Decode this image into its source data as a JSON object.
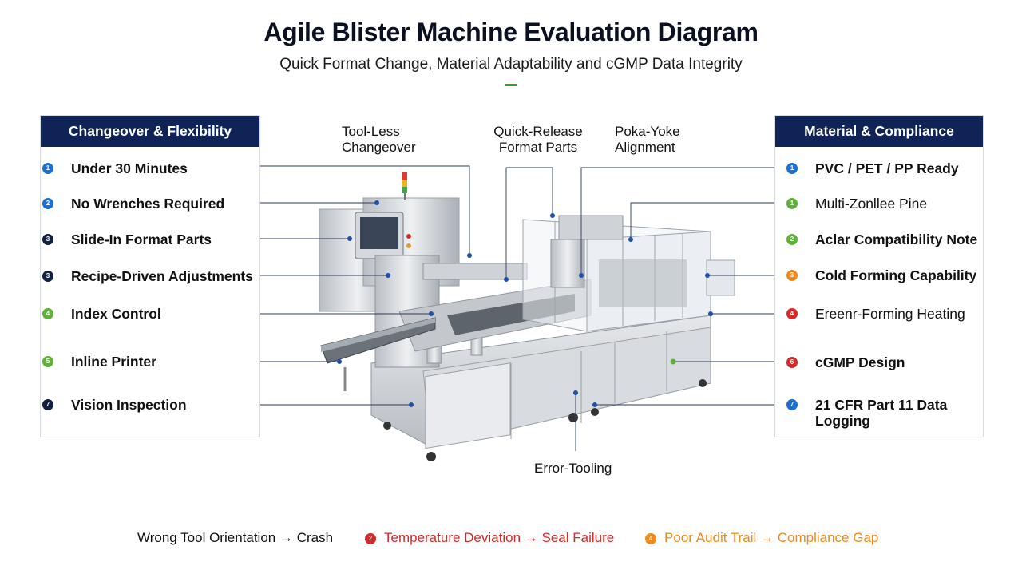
{
  "header": {
    "title": "Agile Blister Machine Evaluation Diagram",
    "subtitle": "Quick Format Change, Material Adaptability and cGMP Data Integrity"
  },
  "colors": {
    "navy": "#0f2357",
    "blue": "#1f6fd1",
    "green": "#5fb13a",
    "orange": "#ef8a1c",
    "red": "#d42a2a",
    "dark": "#132042"
  },
  "left_panel": {
    "title": "Changeover & Flexibility",
    "items": [
      {
        "num": "1",
        "label": "Under 30 Minutes",
        "color": "#1f6fd1"
      },
      {
        "num": "2",
        "label": "No Wrenches Required",
        "color": "#1f6fd1"
      },
      {
        "num": "3",
        "label": "Slide-In Format Parts",
        "color": "#132042"
      },
      {
        "num": "3",
        "label": "Recipe-Driven Adjustments",
        "color": "#132042"
      },
      {
        "num": "4",
        "label": "Index Control",
        "color": "#5fb13a"
      },
      {
        "num": "5",
        "label": "Inline Printer",
        "color": "#5fb13a"
      },
      {
        "num": "7",
        "label": "Vision Inspection",
        "color": "#132042"
      }
    ]
  },
  "right_panel": {
    "title": "Material & Compliance",
    "items": [
      {
        "num": "1",
        "label": "PVC / PET / PP Ready",
        "color": "#1f6fd1"
      },
      {
        "num": "1",
        "label": "Multi-Zonllee Pine",
        "color": "#5fb13a"
      },
      {
        "num": "2",
        "label": "Aclar Compatibility Note",
        "color": "#5fb13a"
      },
      {
        "num": "3",
        "label": "Cold Forming Capability",
        "color": "#ef8a1c"
      },
      {
        "num": "4",
        "label": "Ereenr-Forming Heating",
        "color": "#d42a2a"
      },
      {
        "num": "6",
        "label": "cGMP Design",
        "color": "#d42a2a"
      },
      {
        "num": "7",
        "label": "21 CFR Part 11 Data Logging",
        "color": "#1f6fd1"
      }
    ]
  },
  "callouts": {
    "tool_less": "Tool-Less Changeover",
    "quick_release": "Quick-Release Format Parts",
    "poka_yoke": "Poka-Yoke Alignment",
    "error_tooling": "Error-Tooling"
  },
  "bottom_warnings": [
    {
      "num": "",
      "label": "Wrong Tool Orientation → Crash",
      "color": "#111111"
    },
    {
      "num": "2",
      "label": "Temperature Deviation → Seal Failure",
      "color": "#d42a2a"
    },
    {
      "num": "4",
      "label": "Poor Audit Trail → Compliance Gap",
      "color": "#ef8a1c"
    }
  ]
}
